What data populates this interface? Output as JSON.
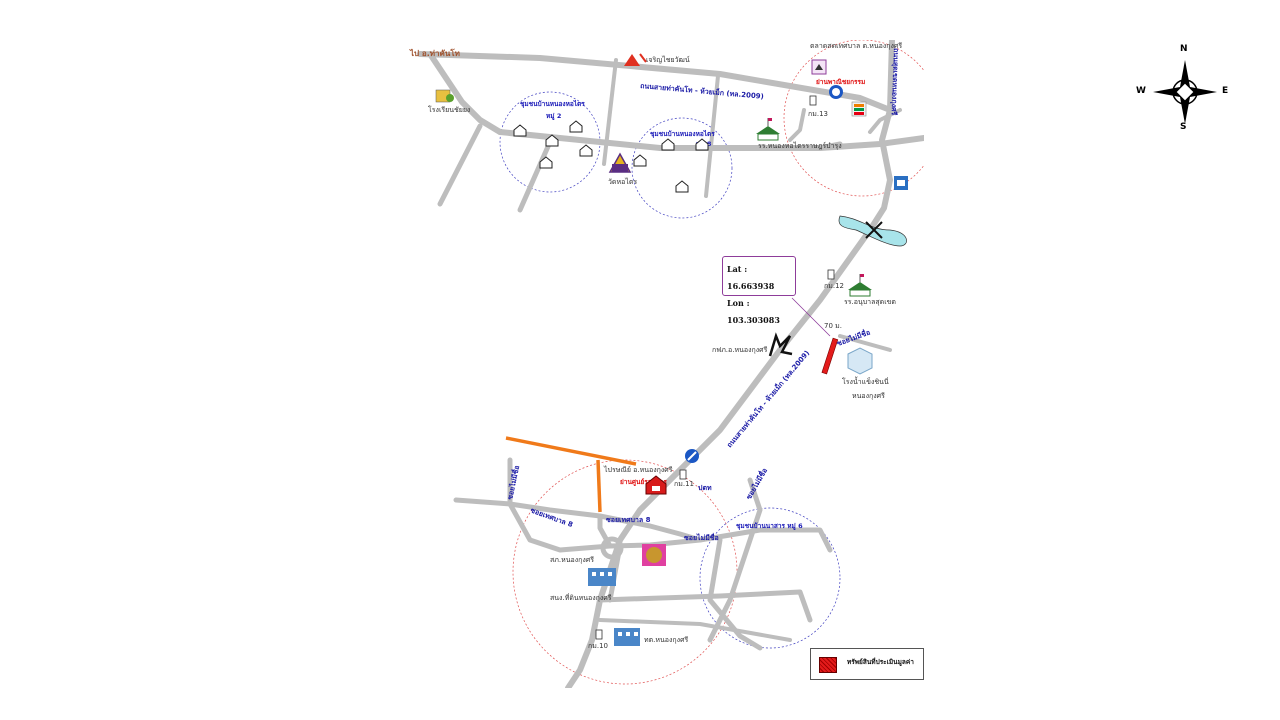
{
  "map": {
    "top_left_direction": "ไป อ.ท่าคันโท",
    "road_main_north": "ถนนสายท่าคันโท - ห้วยเม็ก (ทล.2009)",
    "road_main_south": "ถนนสายท่าคันโท - ห้วยเม็ก (ทล.2009)",
    "road_vertical_east": "ถนนสุดเขตหนองกุงศรี",
    "poi": {
      "school_top_left": "โรงเรียนชัยยง",
      "temple_lamp": "เจริญไชยวัฒน์",
      "market": "ตลาดสดเทศบาล ต.หนองกุงศรี",
      "commerce_zone": "ย่านพาณิชยกรรม",
      "km13": "กม.13",
      "community_1": "ชุมชนบ้านหนองหอไตร",
      "community_1_moo": "หมู่ 2",
      "community_2": "ชุมชนบ้านหนองหอไตร",
      "community_2_moo": "หมู่ 8",
      "temple_hor": "วัดหอไตร",
      "school_mid": "รร.หนองหอไตรราษฎร์บำรุง",
      "km12": "กม.12",
      "school_right": "รร.อนุบาลสุดเขต",
      "pea": "กฟภ.อ.หนองกุงศรี",
      "distance": "70 ม.",
      "soi_1": "ซอยไม่มีชื่อ",
      "factory": "โรงน้ำแข็งชินนี่",
      "factory_2": "หนองกุงศรี",
      "post_office": "ไปรษณีย์ อ.หนองกุงศรี",
      "gov_center": "ย่านศูนย์ราชการ",
      "km11": "กม.11",
      "ptt": "ปตท",
      "soi_2": "ซอยไม่มีชื่อ",
      "soi_3": "ซอยไม่มีชื่อ",
      "soi_4": "ซอยไม่มีชื่อ",
      "soi_5": "ซอยเทศบาล 8",
      "soi_6": "ซอยเทศบาล 8",
      "community_3": "ชุมชนบ้านนาสาร หมู่ 6",
      "police": "สภ.หนองกุงศรี",
      "land_office": "สนง.ที่ดินหนองกุงศรี",
      "km10": "กม.10",
      "agri": "ทต.หนองกุงศรี"
    }
  },
  "coordinates": {
    "lat_label": "Lat : 16.663938",
    "lon_label": "Lon : 103.303083"
  },
  "legend": {
    "label": "ทรัพย์สินที่ประเมินมูลค่า"
  },
  "compass": {
    "n": "N",
    "s": "S",
    "e": "E",
    "w": "W"
  },
  "colors": {
    "road": "#bdbdbd",
    "property": "#e31b1b",
    "orange_road": "#f07a1a",
    "circle_blue": "#4040c0",
    "circle_red": "#e05050"
  },
  "icons": [
    "school-icon",
    "temple-icon",
    "market-icon",
    "km-post-icon",
    "house-icon",
    "river-icon",
    "factory-icon",
    "post-office-icon",
    "gas-station-icon",
    "police-icon",
    "government-icon"
  ]
}
